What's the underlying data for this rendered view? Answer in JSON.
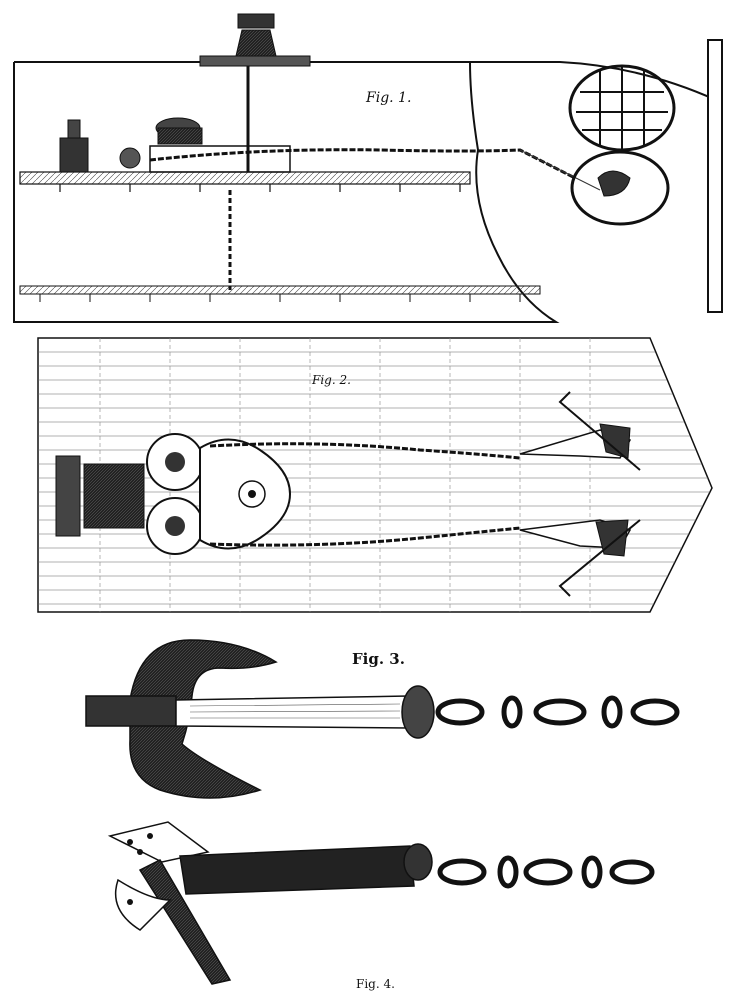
{
  "figures": [
    {
      "id": "fig1",
      "label": "Fig. 1."
    },
    {
      "id": "fig2",
      "label": "Fig. 2."
    },
    {
      "id": "fig3",
      "label": "Fig. 3."
    },
    {
      "id": "fig4",
      "label": "Fig. 4."
    }
  ],
  "colors": {
    "ink": "#111111",
    "paper": "#ffffff",
    "shade": "#2a2a2a"
  }
}
